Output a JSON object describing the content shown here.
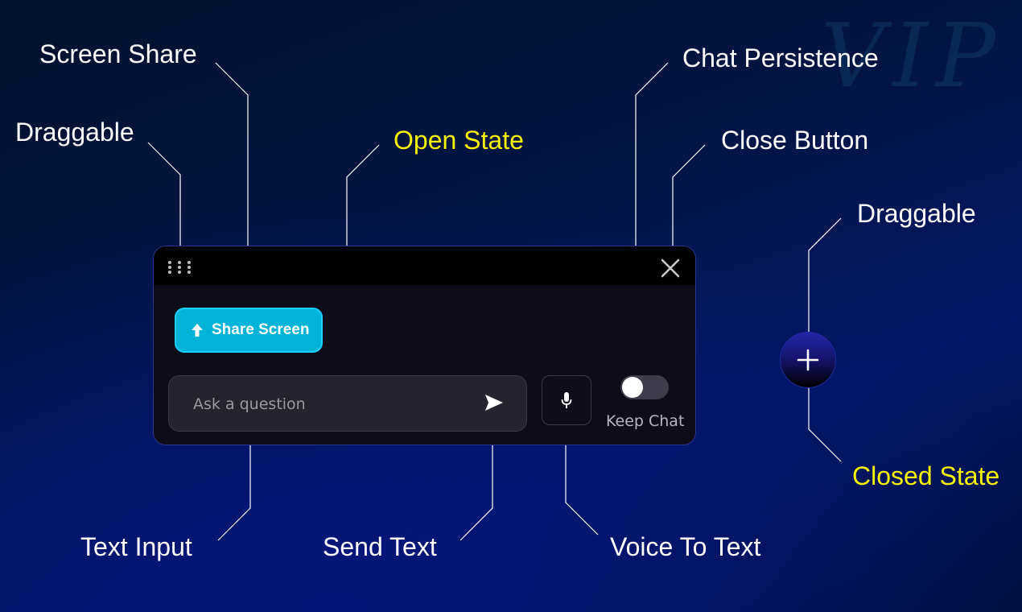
{
  "watermark": "VIP",
  "callouts": {
    "screen_share": "Screen Share",
    "draggable_open": "Draggable",
    "open_state": "Open State",
    "chat_persistence": "Chat Persistence",
    "close_button": "Close Button",
    "draggable_closed": "Draggable",
    "closed_state": "Closed State",
    "text_input": "Text Input",
    "send_text": "Send Text",
    "voice_to_text": "Voice To Text"
  },
  "widget": {
    "share_button_label": "Share Screen",
    "input_placeholder": "Ask a question",
    "input_value": "",
    "toggle_label": "Keep Chat",
    "toggle_on": false
  },
  "icons": {
    "drag": "grip-dots-icon",
    "close": "close-x-icon",
    "share": "upload-arrow-icon",
    "send": "send-arrow-icon",
    "mic": "microphone-icon",
    "open": "plus-icon"
  },
  "colors": {
    "share_button": "#00b3d7",
    "highlight_label": "#f6f200",
    "label": "#ffffff",
    "widget_bg": "#0d0d1a",
    "header_bg": "#000000"
  }
}
